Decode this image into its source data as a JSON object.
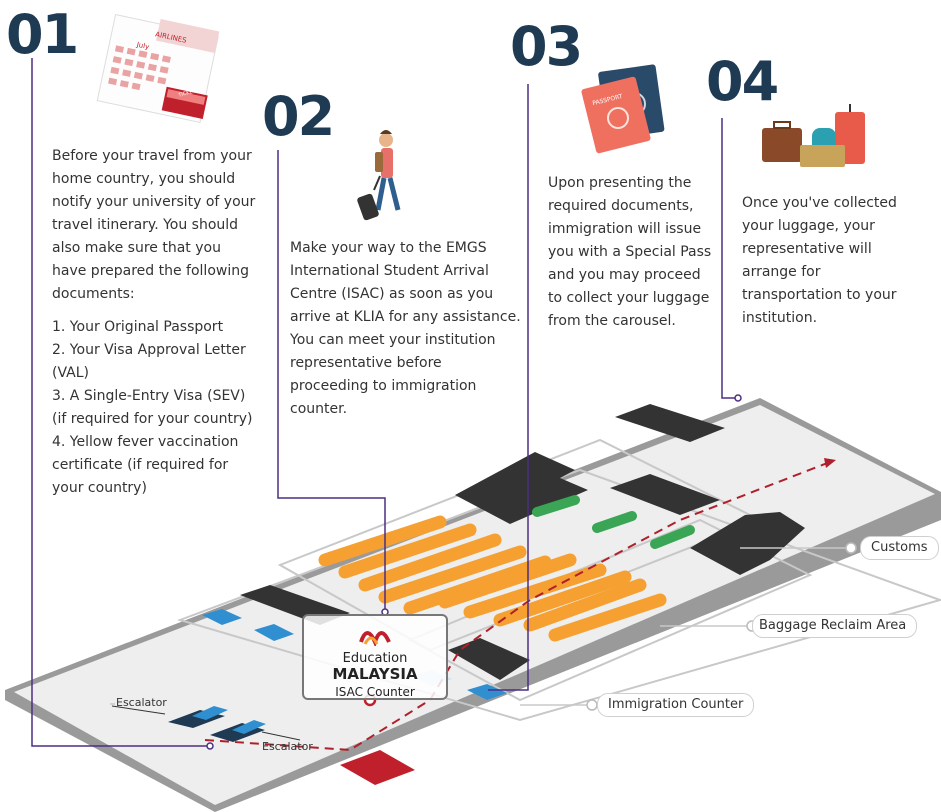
{
  "steps": [
    {
      "number": "01",
      "text": "Before your travel from your home country, you should notify your university of your travel itinerary.  You should also make sure that you have prepared the following documents:",
      "documents": [
        "1. Your Original Passport",
        "2. Your Visa Approval Letter (VAL)",
        "3. A Single-Entry Visa (SEV) (if required for your country)",
        "4. Yellow fever vaccination certificate (if required for your country)"
      ]
    },
    {
      "number": "02",
      "text": "Make your way to the EMGS International Student Arrival Centre (ISAC) as soon as you arrive at KLIA for any assistance. You can meet your institution representative before proceeding to immigration counter."
    },
    {
      "number": "03",
      "text": "Upon presenting the required documents, immigration will issue you with a Special Pass and you may proceed to collect your luggage from the carousel."
    },
    {
      "number": "04",
      "text": "Once you've collected your luggage, your representative will arrange for transportation to your institution."
    }
  ],
  "illustrations": {
    "calendar_top": "AIRLINES",
    "calendar_month": "July",
    "ticket": "TICKET",
    "passport": "PASSPORT"
  },
  "map": {
    "callouts": {
      "customs": "Customs",
      "baggage": "Baggage Reclaim Area",
      "immigration": "Immigration Counter"
    },
    "escalator_labels": [
      "Escalator",
      "Escalator"
    ],
    "isac": {
      "line1": "Education",
      "line2": "MALAYSIA",
      "line3": "ISAC Counter"
    }
  },
  "colors": {
    "step_number": "#1f3a53",
    "connector_line": "#4b2e83",
    "route": "#b0202c",
    "carousel": "#f5a030",
    "customs_desk": "#3aa655",
    "immigration_desk": "#2f8fd0",
    "block": "#333333",
    "floor": "#eeeeee",
    "floor_border": "#9a9a9a"
  }
}
